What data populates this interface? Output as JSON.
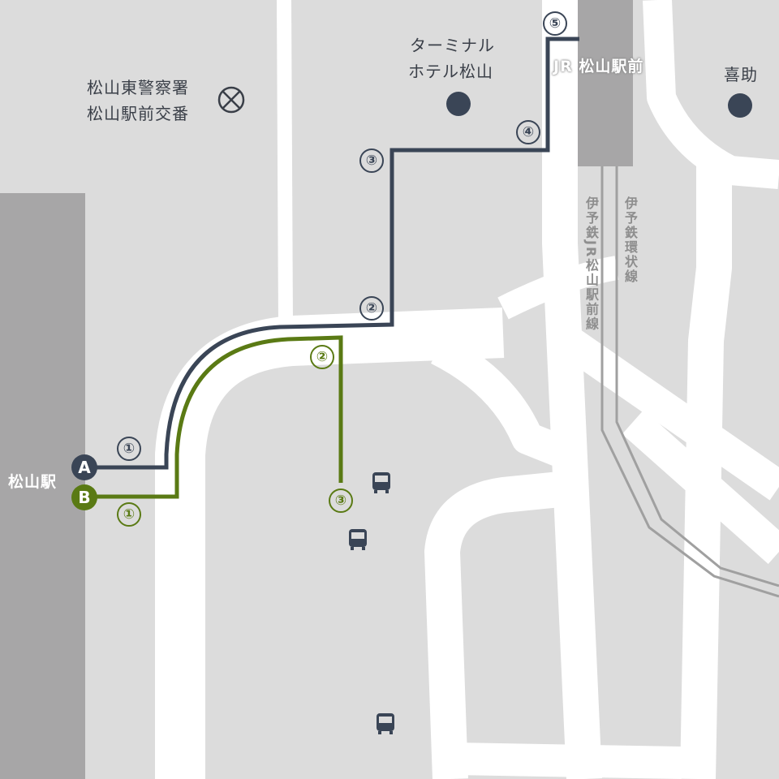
{
  "labels": {
    "police": "松山東警察署\n松山駅前交番",
    "police_line1": "松山東警察署",
    "police_line2": "松山駅前交番",
    "hotel_line1": "ターミナル",
    "hotel_line2": "ホテル松山",
    "kisuke": "喜助",
    "station": "松山駅",
    "tram_stop": "JR 松山駅前",
    "rail1": "伊予鉄JR松山駅前線",
    "rail2": "伊予鉄環状線"
  },
  "routes": {
    "A": {
      "label": "A",
      "color": "#3a4556",
      "steps": [
        "①",
        "②",
        "③",
        "④",
        "⑤"
      ]
    },
    "B": {
      "label": "B",
      "color": "#5a7a14",
      "steps": [
        "①",
        "②",
        "③"
      ]
    }
  },
  "icons": [
    "police-box-icon",
    "bus-stop-icon",
    "landmark-dot-icon"
  ]
}
